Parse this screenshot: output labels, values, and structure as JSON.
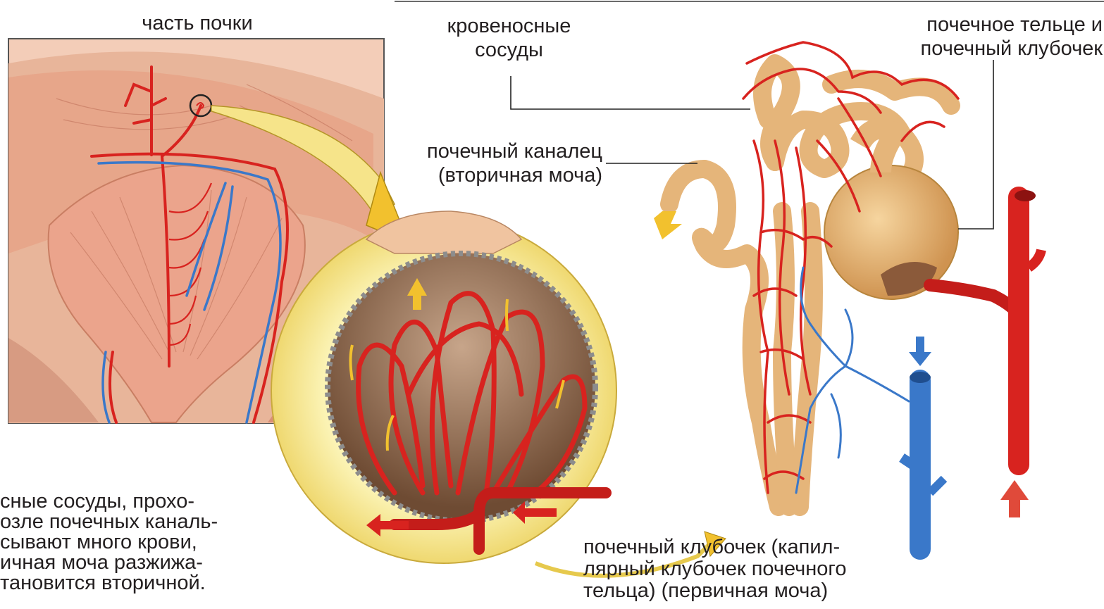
{
  "labels": {
    "kidney_part": "часть почки",
    "blood_vessels": [
      "кровеносные",
      "сосуды"
    ],
    "corpuscle": [
      "почечное тельце и",
      "почечный клубочек"
    ],
    "tubule": [
      "почечный каналец",
      "(вторичная моча)"
    ],
    "glomerulus": [
      "почечный клубочек (капил-",
      "лярный клубочек почечного",
      "тельца) (первичная моча)"
    ]
  },
  "caption": [
    "сные сосуды, прохо-",
    "озле почечных каналь-",
    "сывают много крови,",
    "ичная моча разжижа-",
    "тановится вторичной."
  ],
  "colors": {
    "artery": "#d8231f",
    "vein": "#3a78c9",
    "tissue": "#e8a98a",
    "tubule": "#e9b878",
    "lens": "#f7eca0",
    "arrow_yellow": "#f2c12e"
  }
}
